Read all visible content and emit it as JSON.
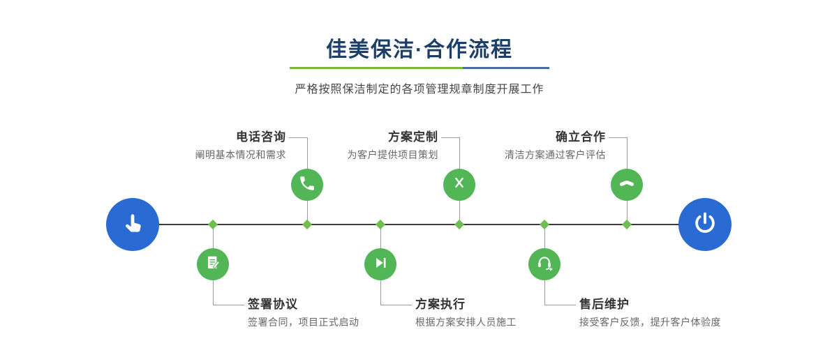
{
  "header": {
    "title": "佳美保洁·合作流程",
    "subtitle": "严格按照保洁制定的各项管理规章制度开展工作"
  },
  "steps_top": [
    {
      "title": "电话咨询",
      "desc": "阐明基本情况和需求",
      "icon": "phone-icon"
    },
    {
      "title": "方案定制",
      "desc": "为客户提供项目策划",
      "icon": "design-pencils-icon"
    },
    {
      "title": "确立合作",
      "desc": "清洁方案通过客户评估",
      "icon": "handshake-icon"
    }
  ],
  "steps_bottom": [
    {
      "title": "签署协议",
      "desc": "签署合同，项目正式启动",
      "icon": "contract-sign-icon"
    },
    {
      "title": "方案执行",
      "desc": "根据方案安排人员施工",
      "icon": "play-execute-icon"
    },
    {
      "title": "售后维护",
      "desc": "接受客户反馈，提升客户体验度",
      "icon": "headset-support-icon"
    }
  ],
  "endpoints": {
    "start_icon": "hand-pointer-icon",
    "end_icon": "power-icon"
  },
  "colors": {
    "title_navy": "#1b3f68",
    "divider_green": "#79b83c",
    "divider_blue": "#44709f",
    "timeline": "#3b3b3b",
    "connector": "#9b9b9b",
    "circle_green": "#52b656",
    "diamond_green": "#6fbe4f",
    "circle_blue": "#2a6ad3"
  }
}
